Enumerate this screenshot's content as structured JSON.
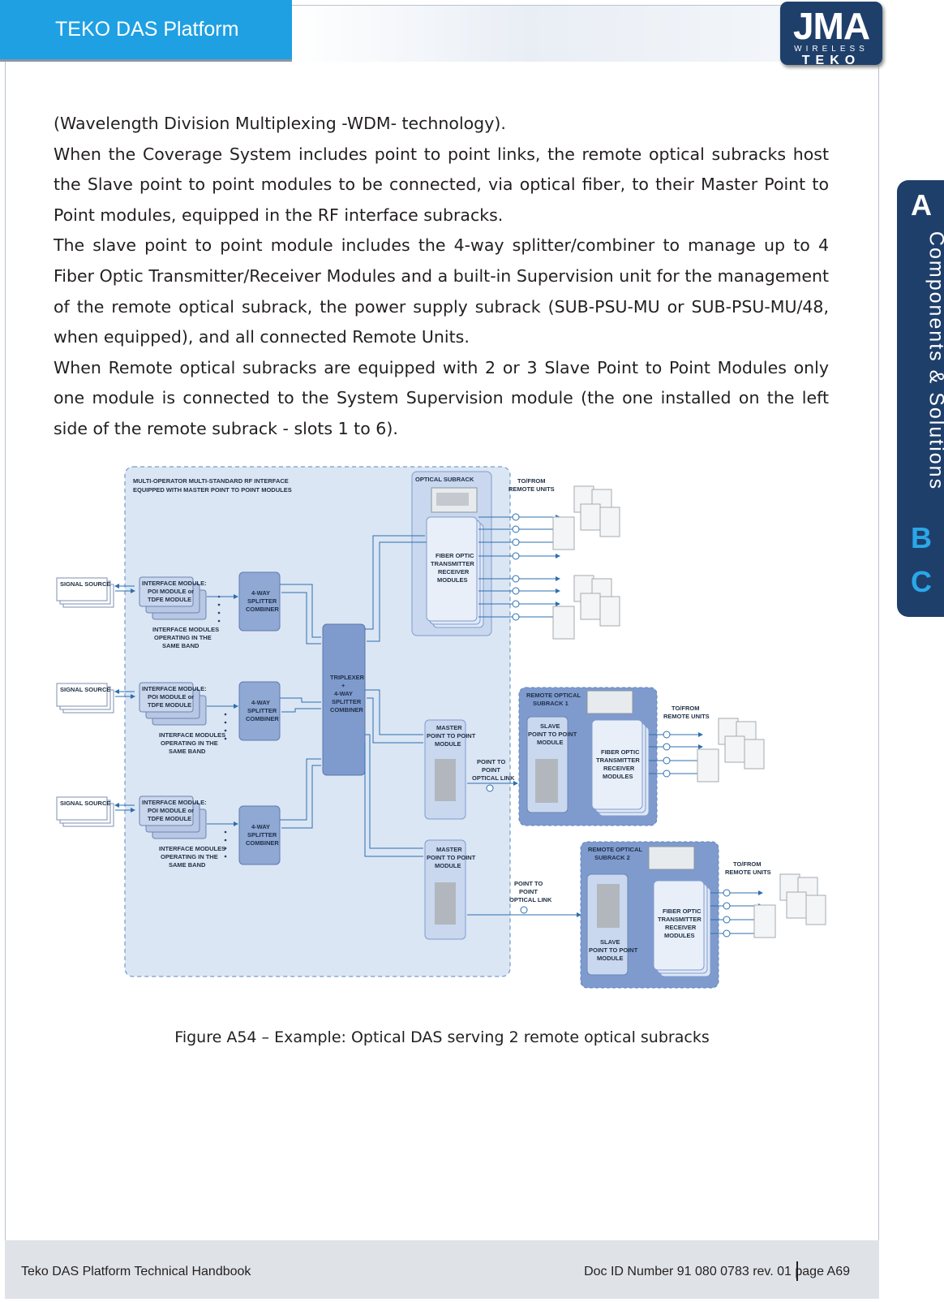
{
  "header": {
    "tab_title": "TEKO DAS Platform"
  },
  "logo": {
    "main": "JMA",
    "sub": "WIRELESS",
    "brand": "TEKO"
  },
  "side_tab": {
    "a": "A",
    "label": "Components & Solutions",
    "b": "B",
    "c": "C"
  },
  "body": {
    "p1": "(Wavelength Division Multiplexing -WDM- technology).",
    "p2": "When the Coverage System includes point to point links, the remote optical subracks host the Slave point to point modules to be connected, via optical fiber, to their Master Point to Point modules, equipped in the RF interface subracks.",
    "p3": "The slave point to point module includes the 4-way splitter/combiner to manage up to 4 Fiber Optic Transmitter/Receiver Modules and a built-in Supervision unit for the management of the remote optical subrack, the power supply subrack (SUB-PSU-MU or SUB-PSU-MU/48, when equipped), and all connected Remote Units.",
    "p4": "When Remote optical subracks are equipped with 2 or 3 Slave Point to Point Modules only one module is connected to the System Supervision module (the one installed on the left side of the remote subrack - slots 1 to 6)."
  },
  "diagram": {
    "rf_title_1": "MULTI-OPERATOR MULTI-STANDARD RF INTERFACE",
    "rf_title_2": "EQUIPPED WITH MASTER POINT TO POINT MODULES",
    "signal_source": "SIGNAL SOURCE",
    "interface_1": "INTERFACE MODULE:",
    "interface_2": "POI MODULE or",
    "interface_3": "TDFE MODULE",
    "same_band_1": "INTERFACE MODULES",
    "same_band_2": "OPERATING IN THE",
    "same_band_3": "SAME BAND",
    "splitter_1": "4-WAY",
    "splitter_2": "SPLITTER",
    "splitter_3": "COMBINER",
    "triplexer_1": "TRIPLEXER",
    "triplexer_2": "+",
    "triplexer_3": "4-WAY",
    "triplexer_4": "SPLITTER",
    "triplexer_5": "COMBINER",
    "optical_subrack": "OPTICAL SUBRACK",
    "fo_1": "FIBER OPTIC",
    "fo_2": "TRANSMITTER",
    "fo_3": "RECEIVER",
    "fo_4": "MODULES",
    "to_from_1": "TO/FROM",
    "to_from_2": "REMOTE UNITS",
    "master_1": "MASTER",
    "master_2": "POINT TO POINT",
    "master_3": "MODULE",
    "link_1": "POINT TO",
    "link_2": "POINT",
    "link_3": "OPTICAL LINK",
    "remote_1_a": "REMOTE OPTICAL",
    "remote_1_b": "SUBRACK 1",
    "remote_2_b": "SUBRACK 2",
    "slave_1": "SLAVE",
    "slave_2": "POINT TO POINT",
    "slave_3": "MODULE"
  },
  "caption": "Figure A54 – Example: Optical DAS serving 2 remote optical subracks",
  "footer": {
    "left": "Teko DAS Platform Technical Handbook",
    "right": "Doc ID Number 91 080 0783 rev. 01    page A69"
  },
  "colors": {
    "accent_blue": "#1fa0e3",
    "navy": "#1f3f6b",
    "panel": "#dbe6f4",
    "module": "#9fb4d8",
    "arrow": "#2d6fb0"
  }
}
